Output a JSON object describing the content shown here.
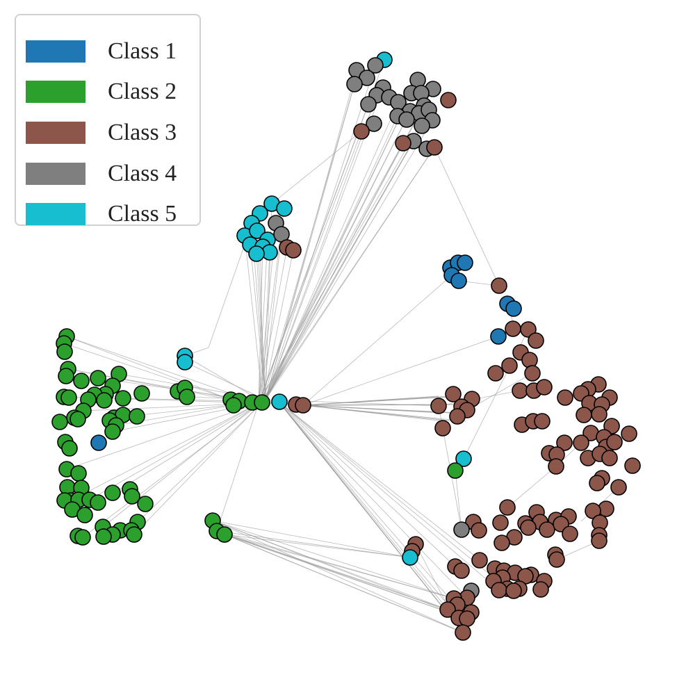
{
  "legend": {
    "items": [
      {
        "label": "Class 1",
        "color": "#1f77b4"
      },
      {
        "label": "Class 2",
        "color": "#2ca02c"
      },
      {
        "label": "Class 3",
        "color": "#8c564b"
      },
      {
        "label": "Class 4",
        "color": "#7f7f7f"
      },
      {
        "label": "Class 5",
        "color": "#17becf"
      }
    ]
  },
  "graph": {
    "edge_color": "#9a9a9a",
    "node_outline": "#000000",
    "class_colors": {
      "1": "#1f77b4",
      "2": "#2ca02c",
      "3": "#8c564b",
      "4": "#7f7f7f",
      "5": "#17becf"
    }
  }
}
